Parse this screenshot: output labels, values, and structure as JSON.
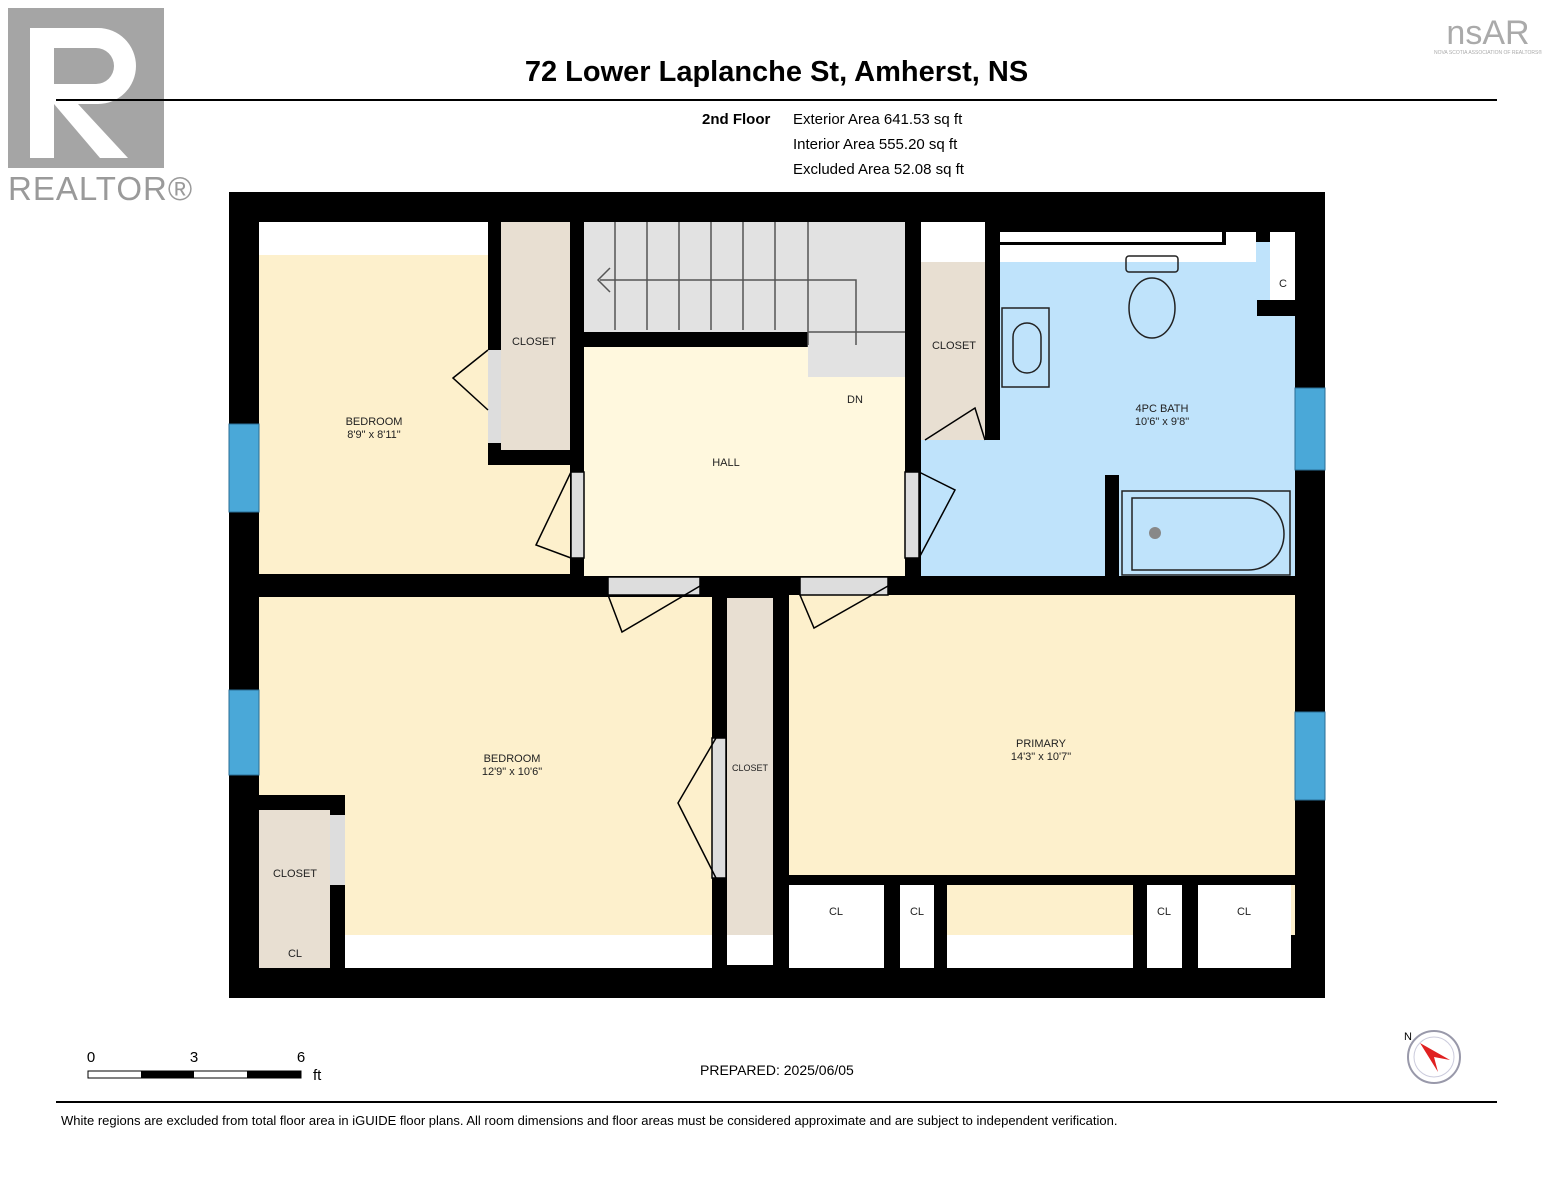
{
  "header": {
    "title": "72 Lower Laplanche St, Amherst, NS",
    "floor": "2nd Floor",
    "exterior_area": "Exterior Area 641.53 sq ft",
    "interior_area": "Interior Area 555.20 sq ft",
    "excluded_area": "Excluded Area 52.08 sq ft"
  },
  "logos": {
    "realtor": "REALTOR®",
    "nsar": "nsAR",
    "nsar_sub": "NOVA SCOTIA ASSOCIATION OF REALTORS®"
  },
  "rooms": {
    "bedroom1": {
      "name": "BEDROOM",
      "dims": "8'9\" x 8'11\""
    },
    "bedroom2": {
      "name": "BEDROOM",
      "dims": "12'9\" x 10'6\""
    },
    "hall": {
      "name": "HALL"
    },
    "stairs": {
      "name": "DN"
    },
    "bath": {
      "name": "4PC BATH",
      "dims": "10'6\" x 9'8\""
    },
    "primary": {
      "name": "PRIMARY",
      "dims": "14'3\" x 10'7\""
    },
    "closet": "CLOSET",
    "cl": "CL",
    "c": "C"
  },
  "scale": {
    "ticks": [
      "0",
      "3",
      "6"
    ],
    "unit": "ft"
  },
  "compass": {
    "north": "N"
  },
  "footer": {
    "prepared": "PREPARED: 2025/06/05",
    "disclaimer": "White regions are excluded from total floor area in iGUIDE floor plans. All room dimensions and floor areas must be considered approximate and are subject to independent verification."
  },
  "colors": {
    "bedroom": "#fdf0cc",
    "hall": "#fff8de",
    "bath": "#bfe3fb",
    "closet": "#e8dfd2",
    "stairs": "#e2e2e2",
    "window": "#4aa8d8"
  }
}
